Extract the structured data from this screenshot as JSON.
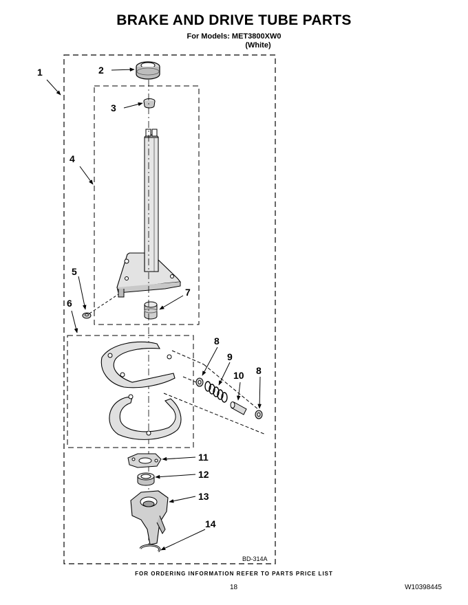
{
  "title": "BRAKE AND DRIVE TUBE PARTS",
  "models_line": "For Models: MET3800XW0",
  "color_line": "(White)",
  "diagram_code": "BD-314A",
  "footer_note": "FOR ORDERING INFORMATION REFER TO PARTS PRICE LIST",
  "page_number": "18",
  "document_code": "W10398445",
  "callouts": [
    "1",
    "2",
    "3",
    "4",
    "5",
    "6",
    "7",
    "8",
    "9",
    "10",
    "8",
    "11",
    "12",
    "13",
    "14"
  ]
}
